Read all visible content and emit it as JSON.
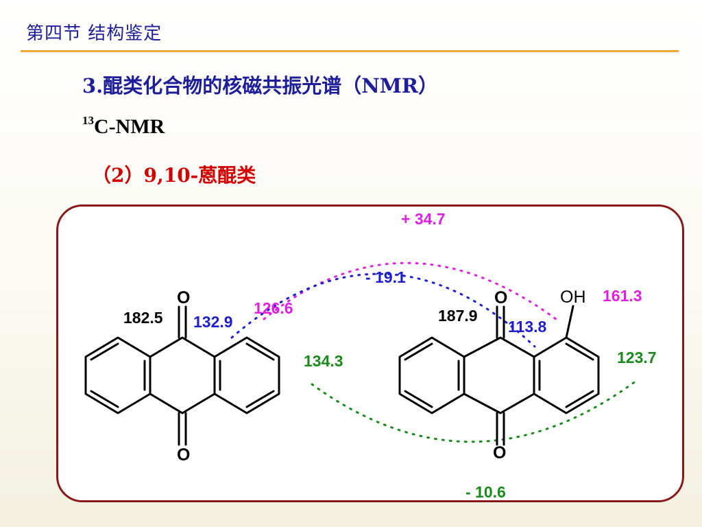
{
  "header": {
    "section_title": "第四节  结构鉴定"
  },
  "heading": "3.醌类化合物的核磁共振光谱（NMR）",
  "nmr_label": {
    "sup": "13",
    "text": "C-NMR"
  },
  "subheading": "（2）9,10-蒽醌类",
  "figure": {
    "left_molecule": {
      "oxygen_top": "O",
      "oxygen_bottom": "O",
      "shift_carbonyl": "182.5",
      "shift_c9a": "132.9",
      "shift_c1": "126.6",
      "shift_c2": "134.3"
    },
    "right_molecule": {
      "oxygen_top": "O",
      "oxygen_bottom": "O",
      "hydroxyl": "OH",
      "shift_carbonyl": "187.9",
      "shift_c9a": "113.8",
      "shift_c1": "161.3",
      "shift_c2": "123.7"
    },
    "delta_c1": "+ 34.7",
    "delta_c9a": "- 19.1",
    "delta_c2": "- 10.6",
    "colors": {
      "magenta": "#e020e0",
      "blue": "#1e1ed0",
      "green": "#1a8a1a",
      "black": "#000000"
    }
  }
}
